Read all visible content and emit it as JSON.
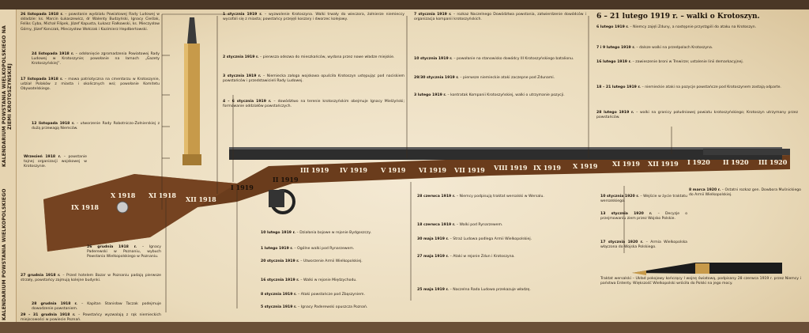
{
  "vertical_labels": {
    "top": "KALENDARIUM POWSTANIA WIELKOPOLSKIEGO NA ZIEMI KROTOSZYŃSKIEJ",
    "bottom": "KALENDARIUM POWSTANIA WIELKOPOLSKIEGO"
  },
  "title": "6 – 21 lutego 1919 r. – walki o Krotoszyn.",
  "rifle_months": [
    "IX 1918",
    "X 1918",
    "XI 1918",
    "XII 1918",
    "I 1919",
    "II 1919",
    "III 1919",
    "IV 1919",
    "V 1919",
    "VI 1919",
    "VII 1919",
    "VIII 1919",
    "IX 1919",
    "X 1919",
    "XI 1919",
    "XII 1919",
    "I 1920",
    "II 1920",
    "III 1920"
  ],
  "notes_left": [
    {
      "date": "26 listopada 1918 r.",
      "text": "– powstanie wydziału Powiatowej Rady Ludowej w składzie: ks. Marcin Łukaszewicz, dr Walenty Budzyński, Ignacy Cieślak, Feliks Cyba, Michał Filipek, Józef Kapusta, Łukasz Fiałkowski, ks. Mieczysław Górny, Józef Konczak, Mieczysław Wołczak i Kazimierz Hepdbertowski."
    },
    {
      "date": "24 listopada 1918 r.",
      "text": "– odsłonięcie zgromadzenia Powiatowej Rady Ludowej w Krotoszynie; powołanie na łamach „Gazety Krotoszyńskiej”."
    },
    {
      "date": "17 listopada 1918 r.",
      "text": "– mowa patriotyczna na cmentarzu w Krotoszynie, udział Polaków z miasta i okolicznych wsi; powołanie Komitetu Obywatelskiego."
    },
    {
      "date": "12 listopada 1918 r.",
      "text": "– utworzenie Rady Robotniczo-Żołnierskiej z dużą przewagą Niemców."
    },
    {
      "date": "Wrzesień 1918 r.",
      "text": "– powstanie tajnej organizacji wojskowej w Krotoszynie."
    },
    {
      "date": "26 grudnia 1918 r.",
      "text": "– Ignacy Paderewski w Poznaniu, wybuch Powstania Wielkopolskiego w Poznaniu."
    },
    {
      "date": "27 grudnia 1918 r.",
      "text": "– Przed hotelem Bazar w Poznaniu padają pierwsze strzały, powstańcy zajmują kolejne budynki."
    },
    {
      "date": "28 grudnia 1918 r.",
      "text": "– Kapitan Stanisław Taczak podejmuje dowodzenie powstaniem."
    },
    {
      "date": "29 – 31 grudnia 1918 r.",
      "text": "– Powstańcy wyzwalają z rąk niemieckich miejscowości w powiecie Poznań."
    }
  ],
  "notes_top": [
    {
      "date": "1 stycznia 1919 r.",
      "text": "– wyzwolenie Krotoszyna. Walki trwały do wieczora, żołnierze niemieccy wycofali się z miasta; powstańcy przejęli koszary i dworzec kolejowy."
    },
    {
      "date": "2 stycznia 1919 r.",
      "text": "– pierwsza odezwa do mieszkańców, wydana przez nowe władze miejskie."
    },
    {
      "date": "3 stycznia 1919 r.",
      "text": "– Niemiecka załoga wojskowa opuściła Krotoszyn ustępując pod naciskiem powstańców i przedstawicieli Rady Ludowej."
    },
    {
      "date": "4 – 6 stycznia 1919 r.",
      "text": "– dowództwo na terenie krotoszyńskim obejmuje Ignacy Mielżyński; formowanie oddziałów powstańczych."
    },
    {
      "date": "7 stycznia 1919 r.",
      "text": "– rozkaz Naczelnego Dowództwa powstania, zatwierdzenie dowódców i organizacja kompanii krotoszyńskich."
    },
    {
      "date": "10 stycznia 1919 r.",
      "text": "– powołanie na stanowisko dowódcy III Krotoszyńskiego batalionu."
    },
    {
      "date": "29/30 stycznia 1919 r.",
      "text": "– pierwsze niemieckie ataki zaczepne pod Zdunami."
    },
    {
      "date": "3 lutego 1919 r.",
      "text": "– kontratak Kompanii Krotoszyńskiej, walki o utrzymanie pozycji."
    }
  ],
  "notes_right": [
    {
      "date": "6 lutego 1919 r.",
      "text": "– Niemcy zajęli Zduny, a następnie przystąpili do ataku na Krotoszyn."
    },
    {
      "date": "7 i 9 lutego 1919 r.",
      "text": "– dalsze walki na przedpolach Krotoszyna."
    },
    {
      "date": "16 lutego 1919 r.",
      "text": "– zawieszenie broni w Trewirze; ustalenie linii demarkacyjnej."
    },
    {
      "date": "18 – 21 lutego 1919 r.",
      "text": "– niemieckie ataki na pozycje powstańcze pod Krotoszynem zostają odparte."
    },
    {
      "date": "28 lutego 1919 r.",
      "text": "– walki na granicy południowej powiatu krotoszyńskiego; Krotoszyn utrzymany przez powstańców."
    }
  ],
  "notes_bottom": [
    {
      "date": "10 lutego 1919 r.",
      "text": "– Działania bojowe w rejonie Bydgoszczy."
    },
    {
      "date": "1 lutego 1919 r.",
      "text": "– Ogólne walki pod Rynarzewem."
    },
    {
      "date": "20 stycznia 1919 r.",
      "text": "– Utworzenie Armii Wielkopolskiej."
    },
    {
      "date": "16 stycznia 1919 r.",
      "text": "– Walki w rejonie Międzychodu."
    },
    {
      "date": "8 stycznia 1919 r.",
      "text": "– Ataki powstańcze pod Zbąszyniem."
    },
    {
      "date": "5 stycznia 1919 r.",
      "text": "– Ignacy Paderewski opuszcza Poznań."
    },
    {
      "date": "28 czerwca 1919 r.",
      "text": "– Niemcy podpisują traktat wersalski w Wersalu."
    },
    {
      "date": "18 czerwca 1919 r.",
      "text": "– Walki pod Rynarzewem."
    },
    {
      "date": "30 maja 1919 r.",
      "text": "– Straż Ludowa podlega Armii Wielkopolskiej."
    },
    {
      "date": "27 maja 1919 r.",
      "text": "– Ataki w rejonie Zdun i Krotoszyna."
    },
    {
      "date": "25 maja 1919 r.",
      "text": "– Naczelna Rada Ludowa przekazuje władzę."
    }
  ],
  "notes_bottom_right": [
    {
      "date": "10 stycznia 1920 r.",
      "text": "– Wejście w życie traktatu wersalskiego."
    },
    {
      "date": "8 marca 1920 r.",
      "text": "– Ostatni rozkaz gen. Dowbora Muśnickiego do Armii Wielkopolskiej."
    },
    {
      "date": "13 stycznia 1920 r.",
      "text": "– Decyzje o przejmowaniu ziem przez Wojsko Polskie."
    },
    {
      "date": "17 stycznia 1920 r.",
      "text": "– Armia Wielkopolska włączona do Wojska Polskiego."
    }
  ],
  "footer_note": "Traktat wersalski – Układ pokojowy kończący I wojnę światową, podpisany 28 czerwca 1919 r. przez Niemcy i państwa Ententy. Większość Wielkopolski wróciła do Polski na jego mocy."
}
